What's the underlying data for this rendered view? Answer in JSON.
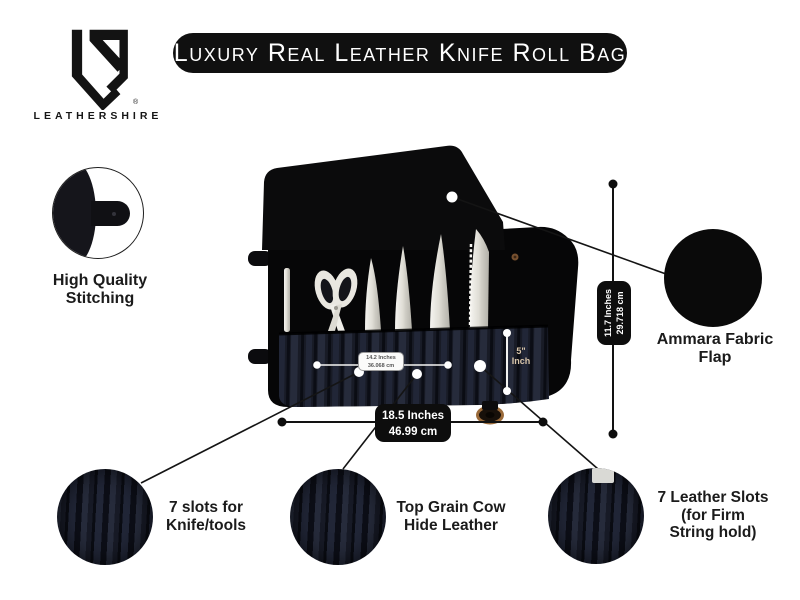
{
  "brand": {
    "name": "LEATHERSHIRE",
    "registered_mark": "®"
  },
  "banner": {
    "title": "Luxury Real Leather Knife Roll Bag"
  },
  "callouts": {
    "stitching": {
      "line1": "High Quality",
      "line2": "Stitching"
    },
    "flap": {
      "line1": "Ammara Fabric",
      "line2": "Flap"
    },
    "knife_slots": {
      "line1": "7 slots for",
      "line2": "Knife/tools"
    },
    "leather": {
      "line1": "Top Grain Cow",
      "line2": "Hide Leather"
    },
    "leather_slots": {
      "line1": "7 Leather Slots",
      "line2": "(for Firm",
      "line3": "String hold)"
    }
  },
  "measurements": {
    "overall_width": {
      "inches": "18.5 Inches",
      "cm": "46.99 cm"
    },
    "overall_height": {
      "inches": "11.7 Inches",
      "cm": "29.718 cm"
    },
    "slot_span": {
      "inches": "14.2 Inches",
      "cm": "36.068 cm"
    },
    "pocket_depth": {
      "value": "5\"",
      "unit": "Inch"
    }
  },
  "colors": {
    "banner_bg": "#101010",
    "dimension_label_bg": "#0d0d0d",
    "leather_navy": "#181b26",
    "pocket_depth_text": "#d8c5aa",
    "rivet_brown": "#77502f",
    "strap_ring_tan": "#9a6a3a"
  },
  "icons": {
    "brand_logo": "leathershire-shield-monogram"
  }
}
